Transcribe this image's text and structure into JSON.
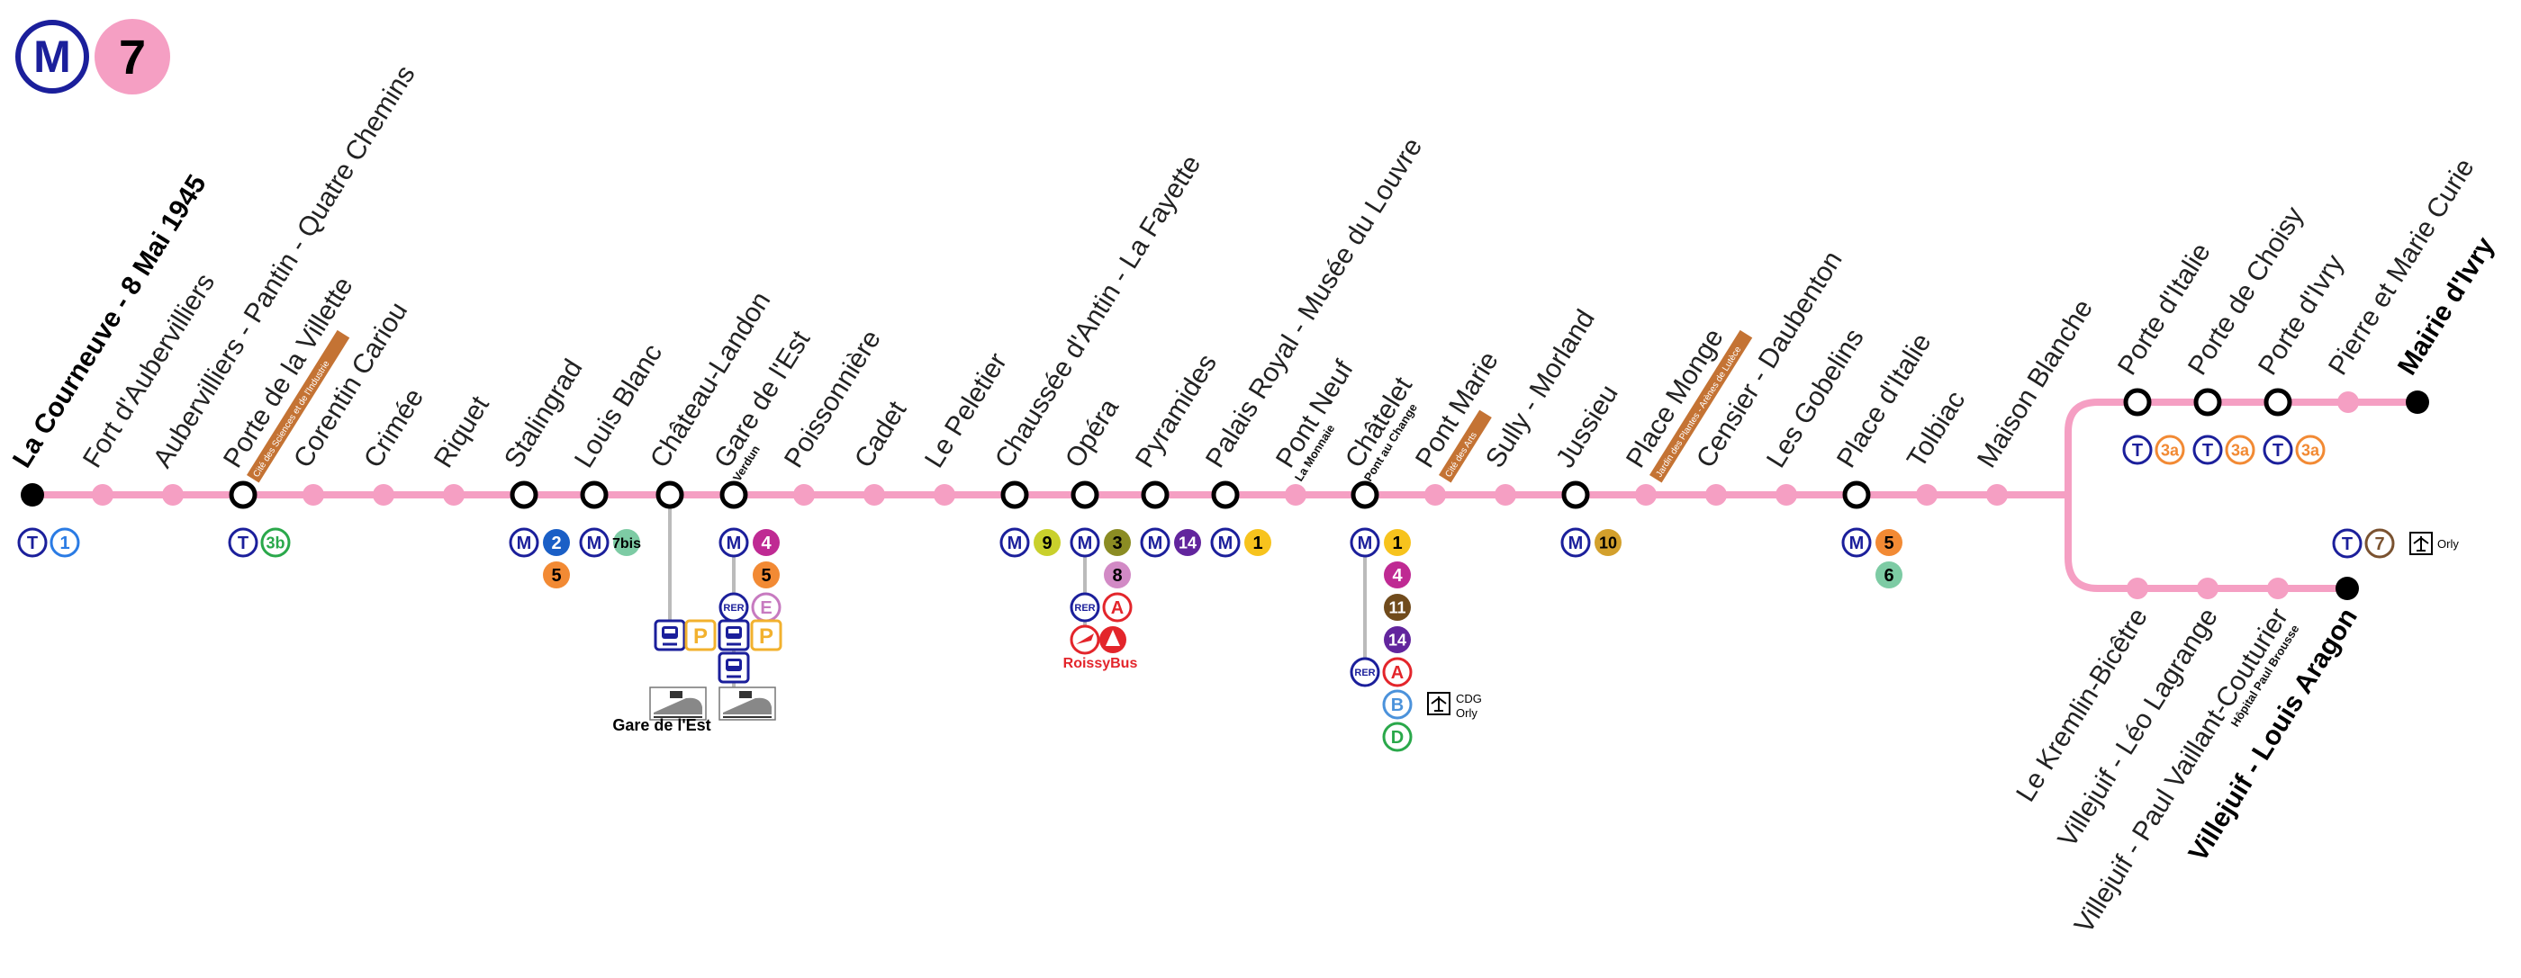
{
  "header": {
    "network_letter": "M",
    "line_number": "7",
    "line_color": "#f59fc3",
    "metro_blue": "#1b1f9b"
  },
  "stations_main": [
    {
      "name": "La Courneuve - 8 Mai 1945",
      "terminus": true,
      "correspondences": [
        {
          "k": "T",
          "c": "#1b1f9b"
        },
        {
          "k": "1",
          "c": "#2a7be4",
          "outline": true
        }
      ]
    },
    {
      "name": "Fort d'Aubervilliers"
    },
    {
      "name": "Aubervilliers - Pantin - Quatre Chemins"
    },
    {
      "name": "Porte de la Villette",
      "hub": true,
      "tag": "Cité des Sciences et de l'Industrie",
      "correspondences": [
        {
          "k": "T",
          "c": "#1b1f9b"
        },
        {
          "k": "3b",
          "c": "#2aa84a",
          "outline": true
        }
      ]
    },
    {
      "name": "Corentin Cariou"
    },
    {
      "name": "Crimée"
    },
    {
      "name": "Riquet"
    },
    {
      "name": "Stalingrad",
      "hub": true,
      "correspondences": [
        {
          "k": "M",
          "c": "#1b1f9b"
        },
        {
          "k": "2",
          "c": "#1a5fc6"
        },
        {
          "k": "5",
          "c": "#f28a34",
          "row": 2
        }
      ]
    },
    {
      "name": "Louis Blanc",
      "hub": true,
      "correspondences": [
        {
          "k": "M",
          "c": "#1b1f9b"
        },
        {
          "k": "7bis",
          "c": "#7dcba4"
        }
      ]
    },
    {
      "name": "Château-Landon",
      "hub": true
    },
    {
      "name": "Gare de l'Est",
      "hub": true,
      "sub": "Verdun",
      "correspondences": [
        {
          "k": "M",
          "c": "#1b1f9b"
        },
        {
          "k": "4",
          "c": "#bf2a93"
        },
        {
          "k": "5",
          "c": "#f28a34",
          "row": 2
        },
        {
          "k": "RER",
          "c": "#1b1f9b",
          "row": 3
        },
        {
          "k": "E",
          "c": "#c77ac0",
          "outline": true,
          "row": 3
        }
      ]
    },
    {
      "name": "Poissonnière"
    },
    {
      "name": "Cadet"
    },
    {
      "name": "Le Peletier"
    },
    {
      "name": "Chaussée d'Antin - La Fayette",
      "hub": true,
      "correspondences": [
        {
          "k": "M",
          "c": "#1b1f9b"
        },
        {
          "k": "9",
          "c": "#c9d02c"
        }
      ]
    },
    {
      "name": "Opéra",
      "hub": true,
      "correspondences": [
        {
          "k": "M",
          "c": "#1b1f9b"
        },
        {
          "k": "3",
          "c": "#8b8c23"
        },
        {
          "k": "8",
          "c": "#d28ac5",
          "row": 2
        },
        {
          "k": "RER",
          "c": "#1b1f9b",
          "row": 3
        },
        {
          "k": "A",
          "c": "#e3252b",
          "outline": true,
          "row": 3
        }
      ]
    },
    {
      "name": "Pyramides",
      "hub": true,
      "correspondences": [
        {
          "k": "M",
          "c": "#1b1f9b"
        },
        {
          "k": "14",
          "c": "#62259d"
        }
      ]
    },
    {
      "name": "Palais Royal - Musée du Louvre",
      "hub": true,
      "correspondences": [
        {
          "k": "M",
          "c": "#1b1f9b"
        },
        {
          "k": "1",
          "c": "#f7c31d"
        }
      ]
    },
    {
      "name": "Pont Neuf",
      "sub": "La Monnaie"
    },
    {
      "name": "Châtelet",
      "hub": true,
      "sub": "Pont au Change",
      "correspondences": [
        {
          "k": "M",
          "c": "#1b1f9b"
        },
        {
          "k": "1",
          "c": "#f7c31d"
        },
        {
          "k": "4",
          "c": "#bf2a93",
          "row": 2
        },
        {
          "k": "11",
          "c": "#704b1c",
          "row": 3
        },
        {
          "k": "14",
          "c": "#62259d",
          "row": 4
        },
        {
          "k": "RER",
          "c": "#1b1f9b",
          "row": 5
        },
        {
          "k": "A",
          "c": "#e3252b",
          "outline": true,
          "row": 5
        },
        {
          "k": "B",
          "c": "#4b92db",
          "outline": true,
          "row": 6
        },
        {
          "k": "D",
          "c": "#2aa84a",
          "outline": true,
          "row": 7
        }
      ]
    },
    {
      "name": "Pont Marie",
      "tag": "Cité des Arts"
    },
    {
      "name": "Sully - Morland"
    },
    {
      "name": "Jussieu",
      "hub": true,
      "correspondences": [
        {
          "k": "M",
          "c": "#1b1f9b"
        },
        {
          "k": "10",
          "c": "#d3a02c"
        }
      ]
    },
    {
      "name": "Place Monge",
      "tag": "Jardin des Plantes - Arènes de Lutèce"
    },
    {
      "name": "Censier - Daubenton"
    },
    {
      "name": "Les Gobelins"
    },
    {
      "name": "Place d'Italie",
      "hub": true,
      "correspondences": [
        {
          "k": "M",
          "c": "#1b1f9b"
        },
        {
          "k": "5",
          "c": "#f28a34"
        },
        {
          "k": "6",
          "c": "#7dcba4",
          "row": 2
        }
      ]
    },
    {
      "name": "Tolbiac"
    },
    {
      "name": "Maison Blanche"
    }
  ],
  "branch_ivry": [
    {
      "name": "Porte d'Italie",
      "hub": true,
      "correspondences": [
        {
          "k": "T",
          "c": "#1b1f9b"
        },
        {
          "k": "3a",
          "c": "#f28a34",
          "outline": true
        }
      ]
    },
    {
      "name": "Porte de Choisy",
      "hub": true,
      "correspondences": [
        {
          "k": "T",
          "c": "#1b1f9b"
        },
        {
          "k": "3a",
          "c": "#f28a34",
          "outline": true
        }
      ]
    },
    {
      "name": "Porte d'Ivry",
      "hub": true,
      "correspondences": [
        {
          "k": "T",
          "c": "#1b1f9b"
        },
        {
          "k": "3a",
          "c": "#f28a34",
          "outline": true
        }
      ]
    },
    {
      "name": "Pierre et Marie Curie"
    },
    {
      "name": "Mairie d'Ivry",
      "terminus": true
    }
  ],
  "branch_villejuif": [
    {
      "name": "Le Kremlin-Bicêtre"
    },
    {
      "name": "Villejuif - Léo Lagrange"
    },
    {
      "name": "Villejuif - Paul Vaillant-Couturier",
      "sub": "Hôpital Paul Brousse"
    },
    {
      "name": "Villejuif - Louis Aragon",
      "terminus": true,
      "correspondences": [
        {
          "k": "T",
          "c": "#1b1f9b"
        },
        {
          "k": "7",
          "c": "#7a5230",
          "outline": true
        }
      ]
    }
  ],
  "extras": {
    "gare_est_label": "Gare de l'Est",
    "roissybus_label": "RoissyBus",
    "cdg_label": "CDG",
    "orly_label": "Orly",
    "orly_label_2": "Orly"
  },
  "colors": {
    "tag_brown": "#c47334",
    "sncf_blue": "#1b1f9b",
    "parking_yellow": "#f2b12e",
    "roissybus_red": "#e3252b"
  }
}
